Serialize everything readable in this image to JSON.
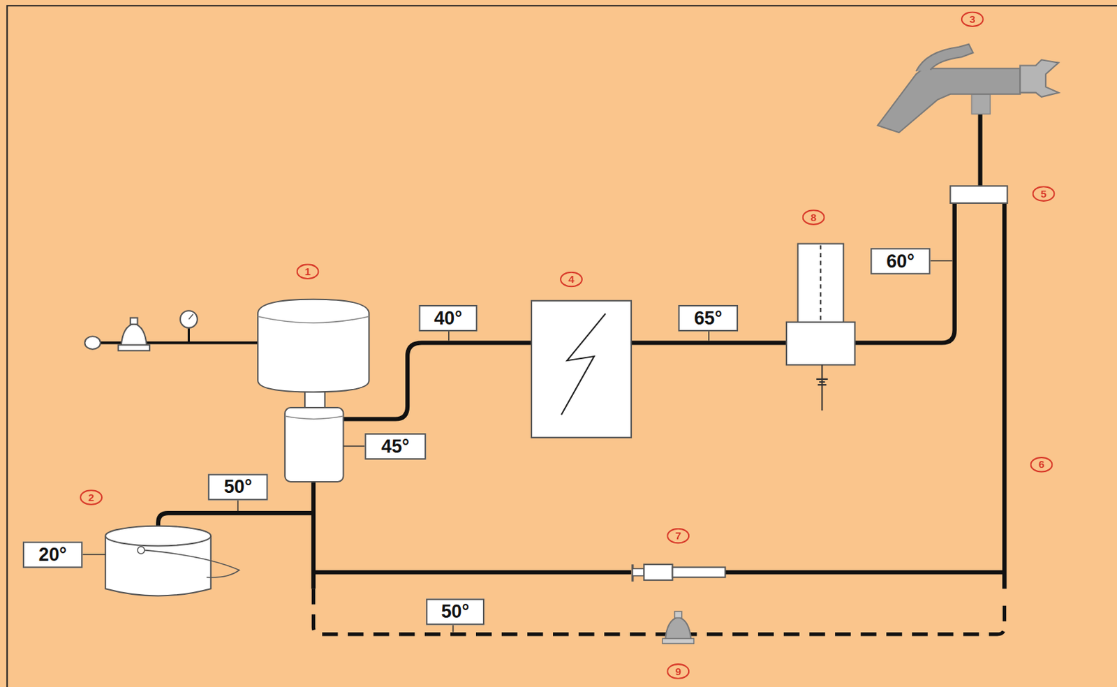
{
  "diagram": {
    "nodes": [
      {
        "text": [
          "60°"
        ]
      },
      {
        "text": [
          "40°"
        ]
      },
      {
        "text": [
          "65°"
        ]
      },
      {
        "text": [
          "45°"
        ]
      },
      {
        "text": [
          "50°"
        ]
      },
      {
        "text": [
          "20°"
        ]
      },
      {
        "text": [
          "50°"
        ]
      }
    ],
    "labels": [
      "3",
      "5",
      "8",
      "1",
      "4",
      "6",
      "2",
      "7",
      "9"
    ]
  }
}
